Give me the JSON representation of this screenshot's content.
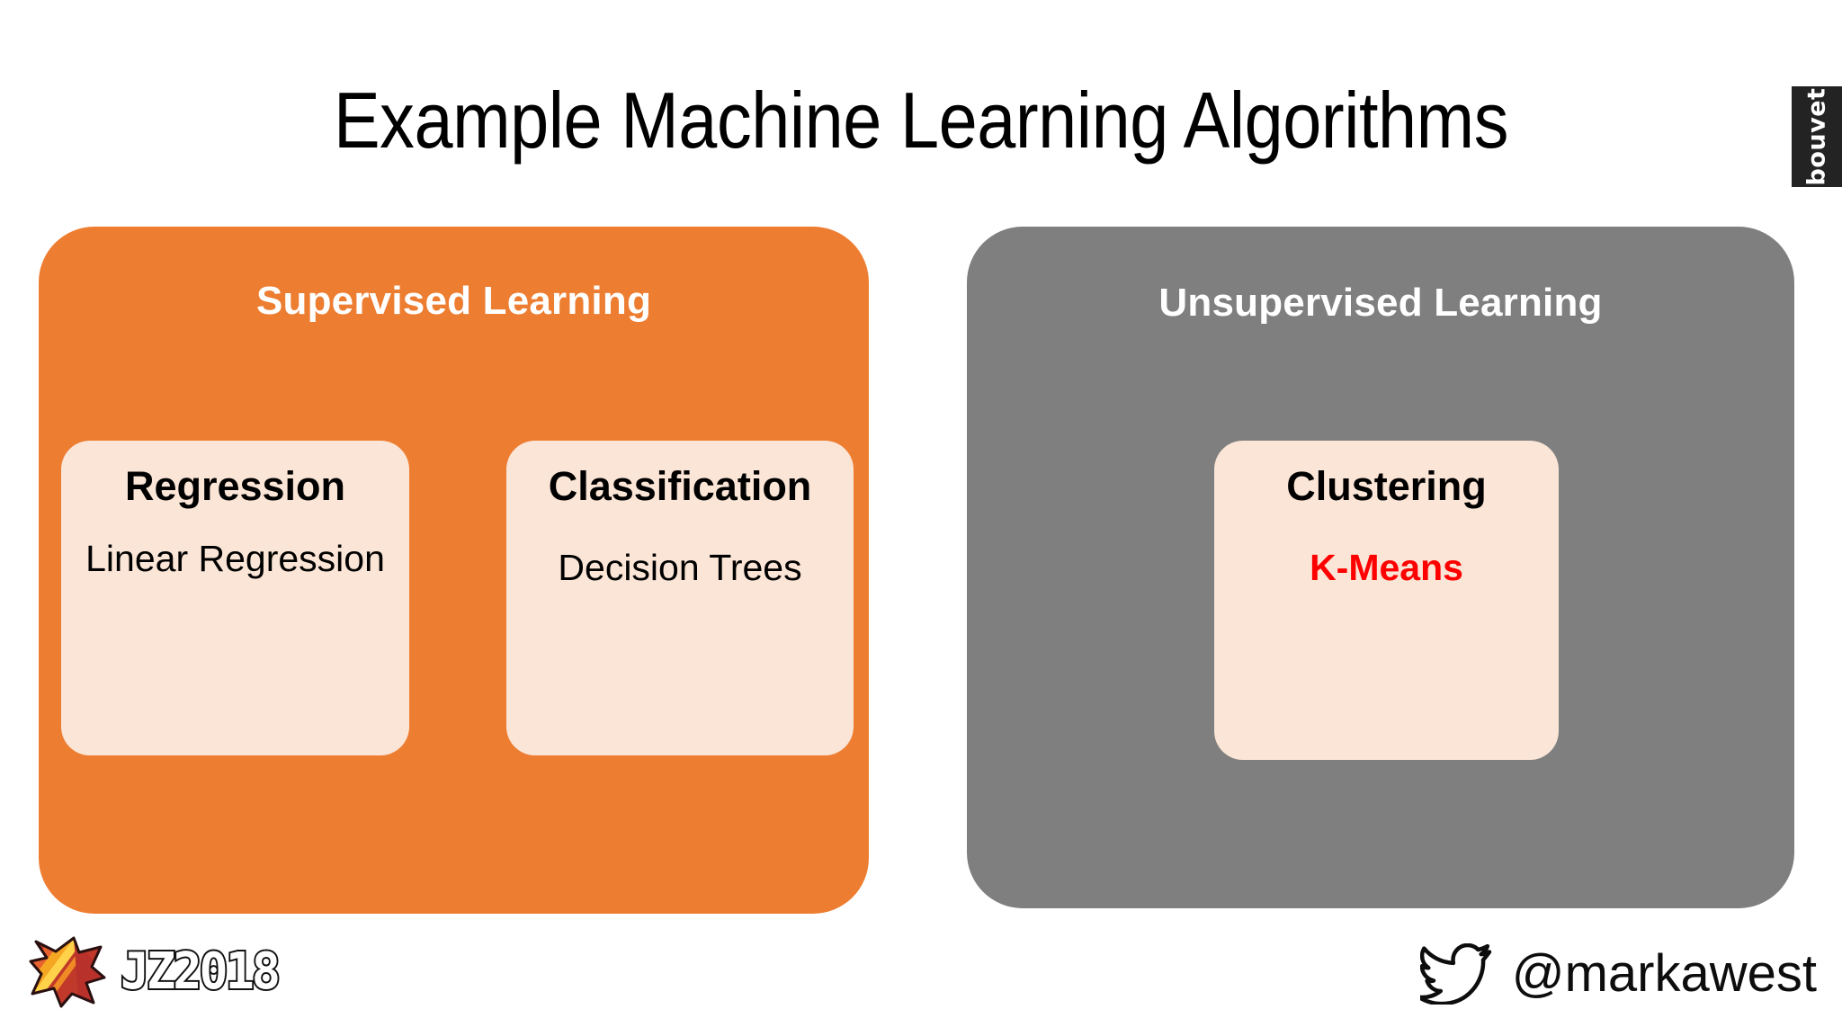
{
  "slide": {
    "title": "Example Machine Learning Algorithms",
    "background_color": "#FFFFFF"
  },
  "brand_logo": {
    "name": "bouvet",
    "text": "bouvet",
    "background_color": "#232323",
    "text_color": "#FFFFFF"
  },
  "panels": [
    {
      "id": "supervised",
      "heading": "Supervised Learning",
      "color": "#ED7D31",
      "heading_color": "#FFFFFF",
      "cards": [
        {
          "id": "regression",
          "title": "Regression",
          "body": "Linear Regression",
          "background_color": "#FBE5D6",
          "title_color": "#000000",
          "body_color": "#000000",
          "highlighted": false
        },
        {
          "id": "classification",
          "title": "Classification",
          "body": "Decision Trees",
          "background_color": "#FBE5D6",
          "title_color": "#000000",
          "body_color": "#000000",
          "highlighted": false
        }
      ]
    },
    {
      "id": "unsupervised",
      "heading": "Unsupervised Learning",
      "color": "#7F7F7F",
      "heading_color": "#FFFFFF",
      "cards": [
        {
          "id": "clustering",
          "title": "Clustering",
          "body": "K-Means",
          "background_color": "#FBE5D6",
          "title_color": "#000000",
          "body_color": "#FF0000",
          "highlighted": true
        }
      ]
    }
  ],
  "footer": {
    "conference_logo": {
      "text": "JZ2018",
      "icon": "jz-star-icon"
    },
    "social": {
      "icon": "twitter-bird-icon",
      "handle": "@markawest"
    }
  }
}
